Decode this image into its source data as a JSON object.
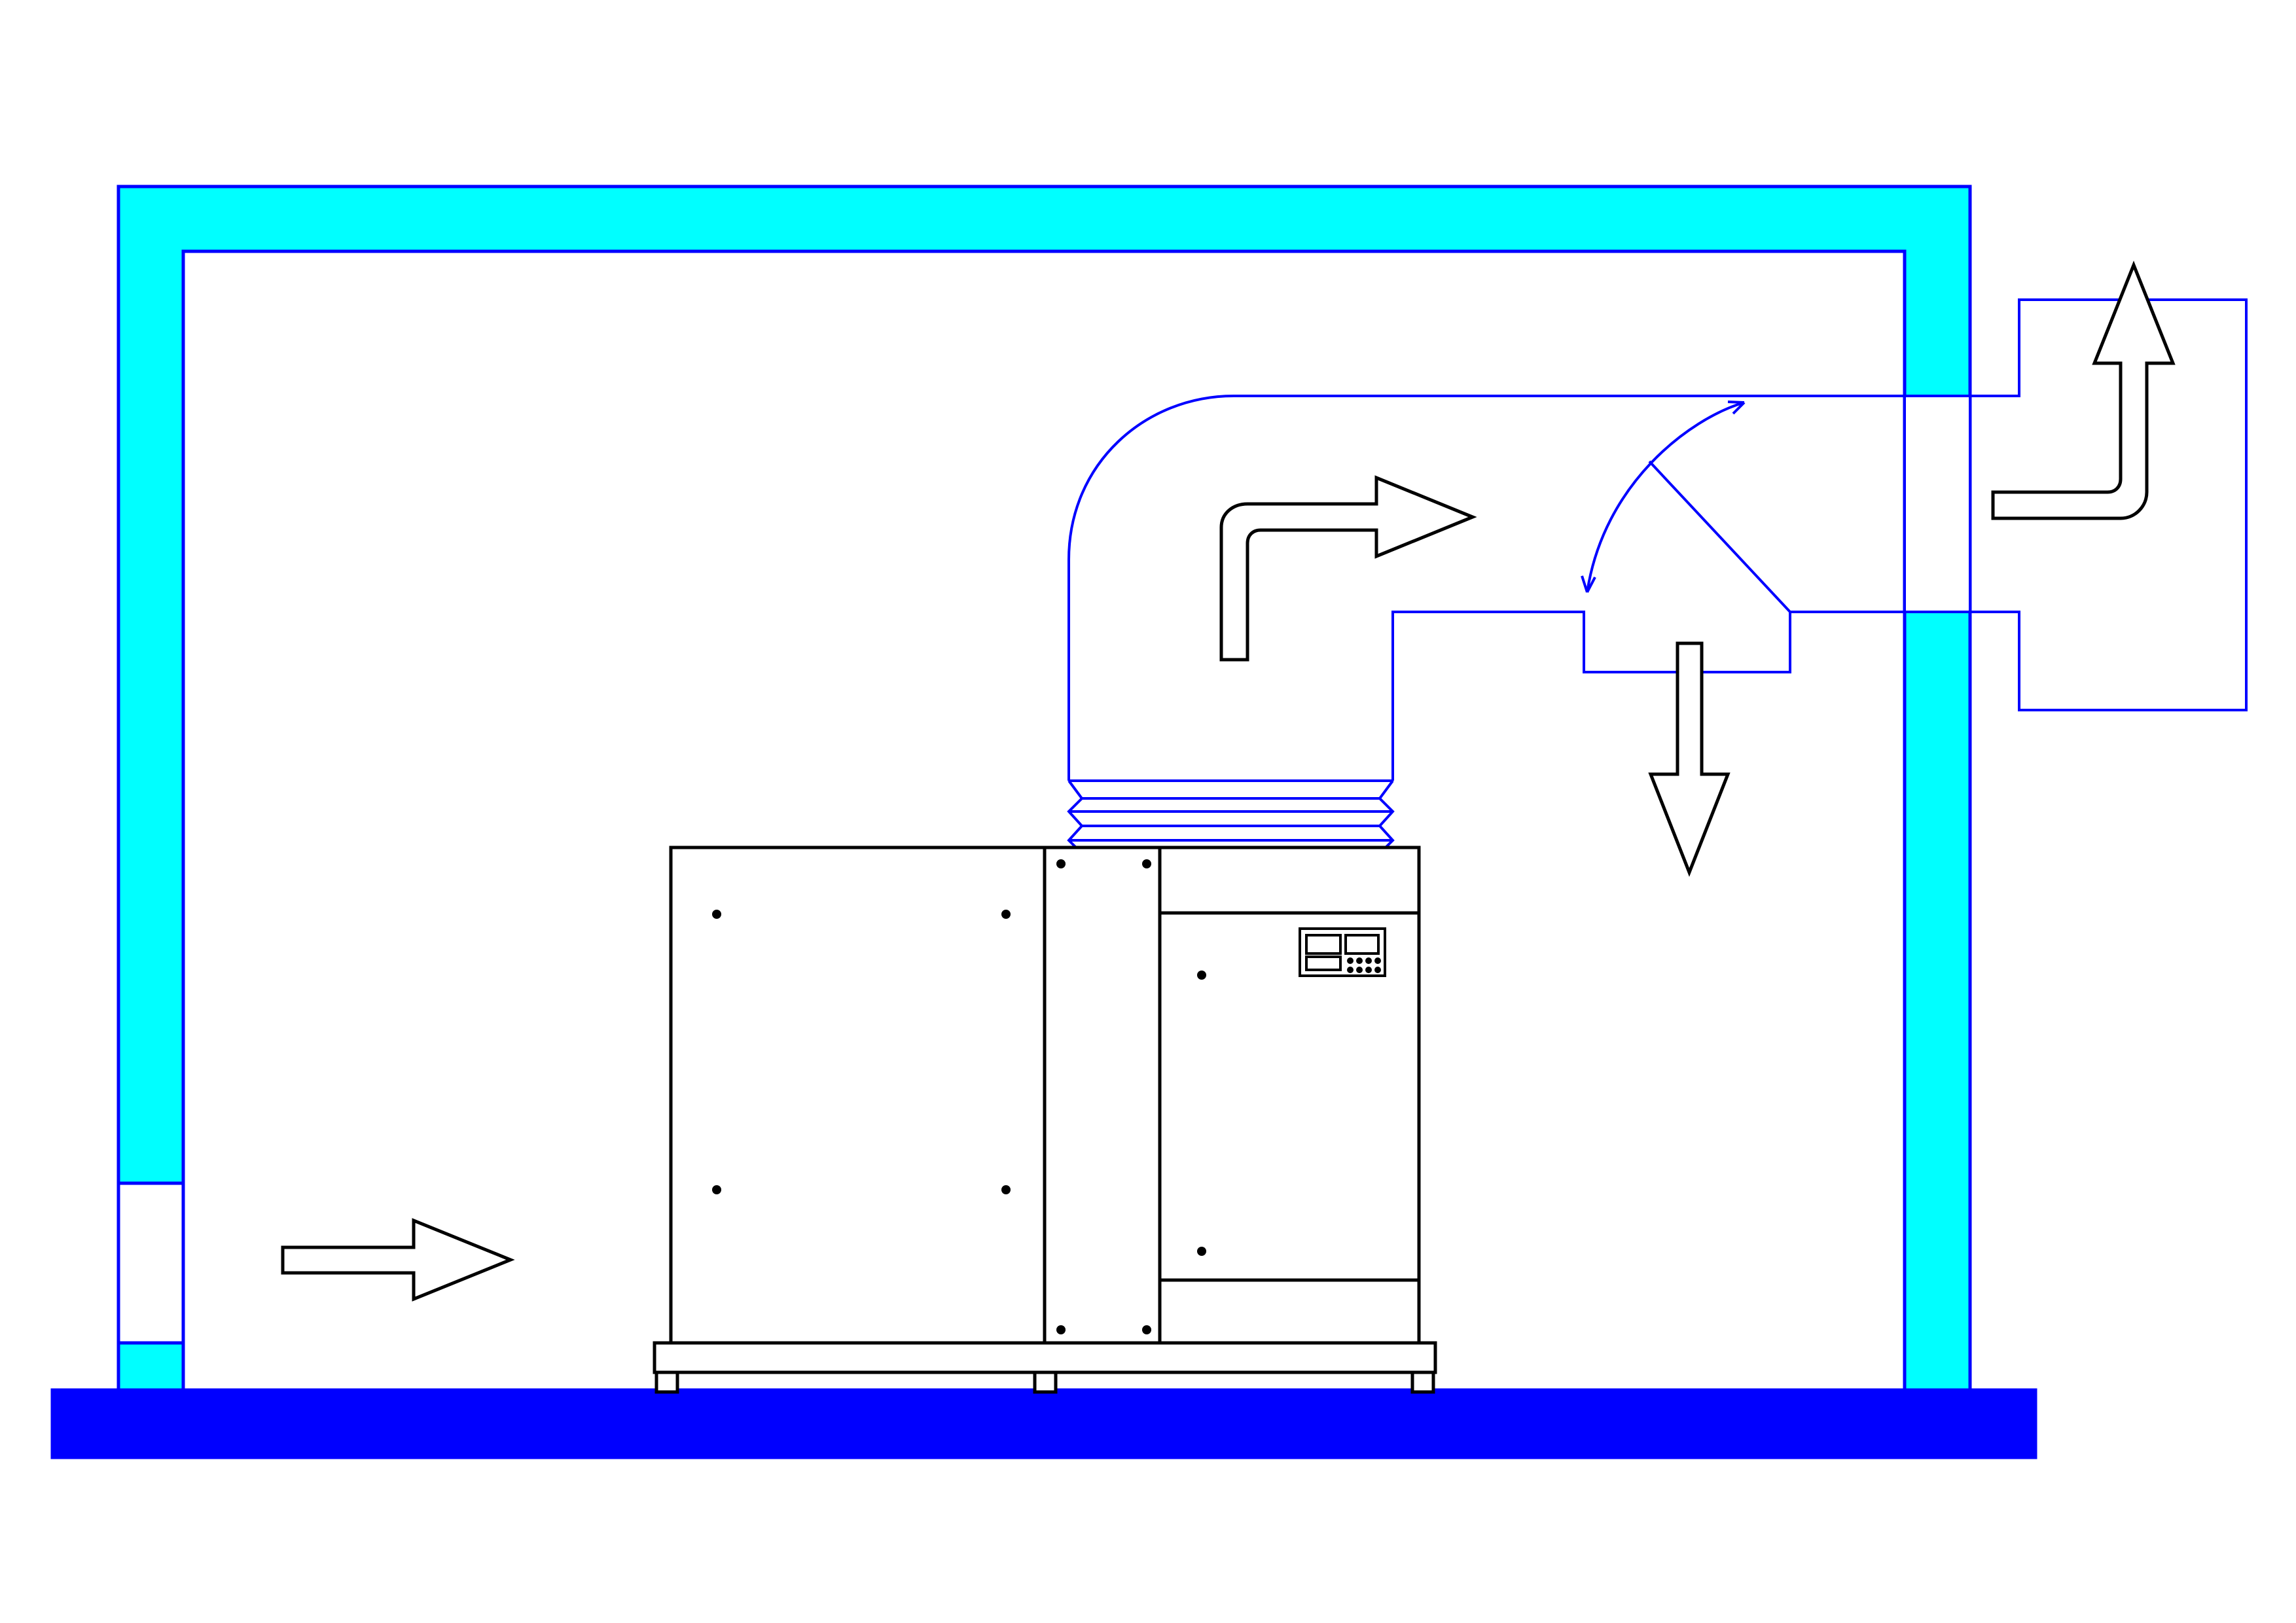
{
  "diagram": {
    "type": "compressor-room-ventilation-schematic",
    "colors": {
      "background": "#ffffff",
      "wall_fill": "#00ffff",
      "wall_stroke": "#0000ff",
      "floor_fill": "#0000ff",
      "duct_stroke": "#0000ff",
      "machine_stroke": "#000000",
      "arrow_stroke": "#000000",
      "arrow_fill": "#ffffff"
    },
    "icons": {
      "intake_air_arrow": "arrow-right-icon",
      "duct_flow_arrow": "bent-arrow-right-icon",
      "exhaust_up_arrow": "bent-arrow-up-icon",
      "recirculation_arrow": "arrow-down-icon",
      "damper_swing": "double-headed-curved-arrow-icon"
    },
    "elements": {
      "building_walls": "room-walls",
      "floor_slab": "floor",
      "wall_intake_louver": "air-intake-opening",
      "compressor_unit": "screw-compressor-enclosure",
      "control_panel": "controller-display",
      "flexible_connector": "flexible-bellows",
      "exhaust_duct": "exhaust-air-duct",
      "damper_blade": "diverter-damper",
      "outdoor_hood": "outdoor-exhaust-hood"
    }
  }
}
